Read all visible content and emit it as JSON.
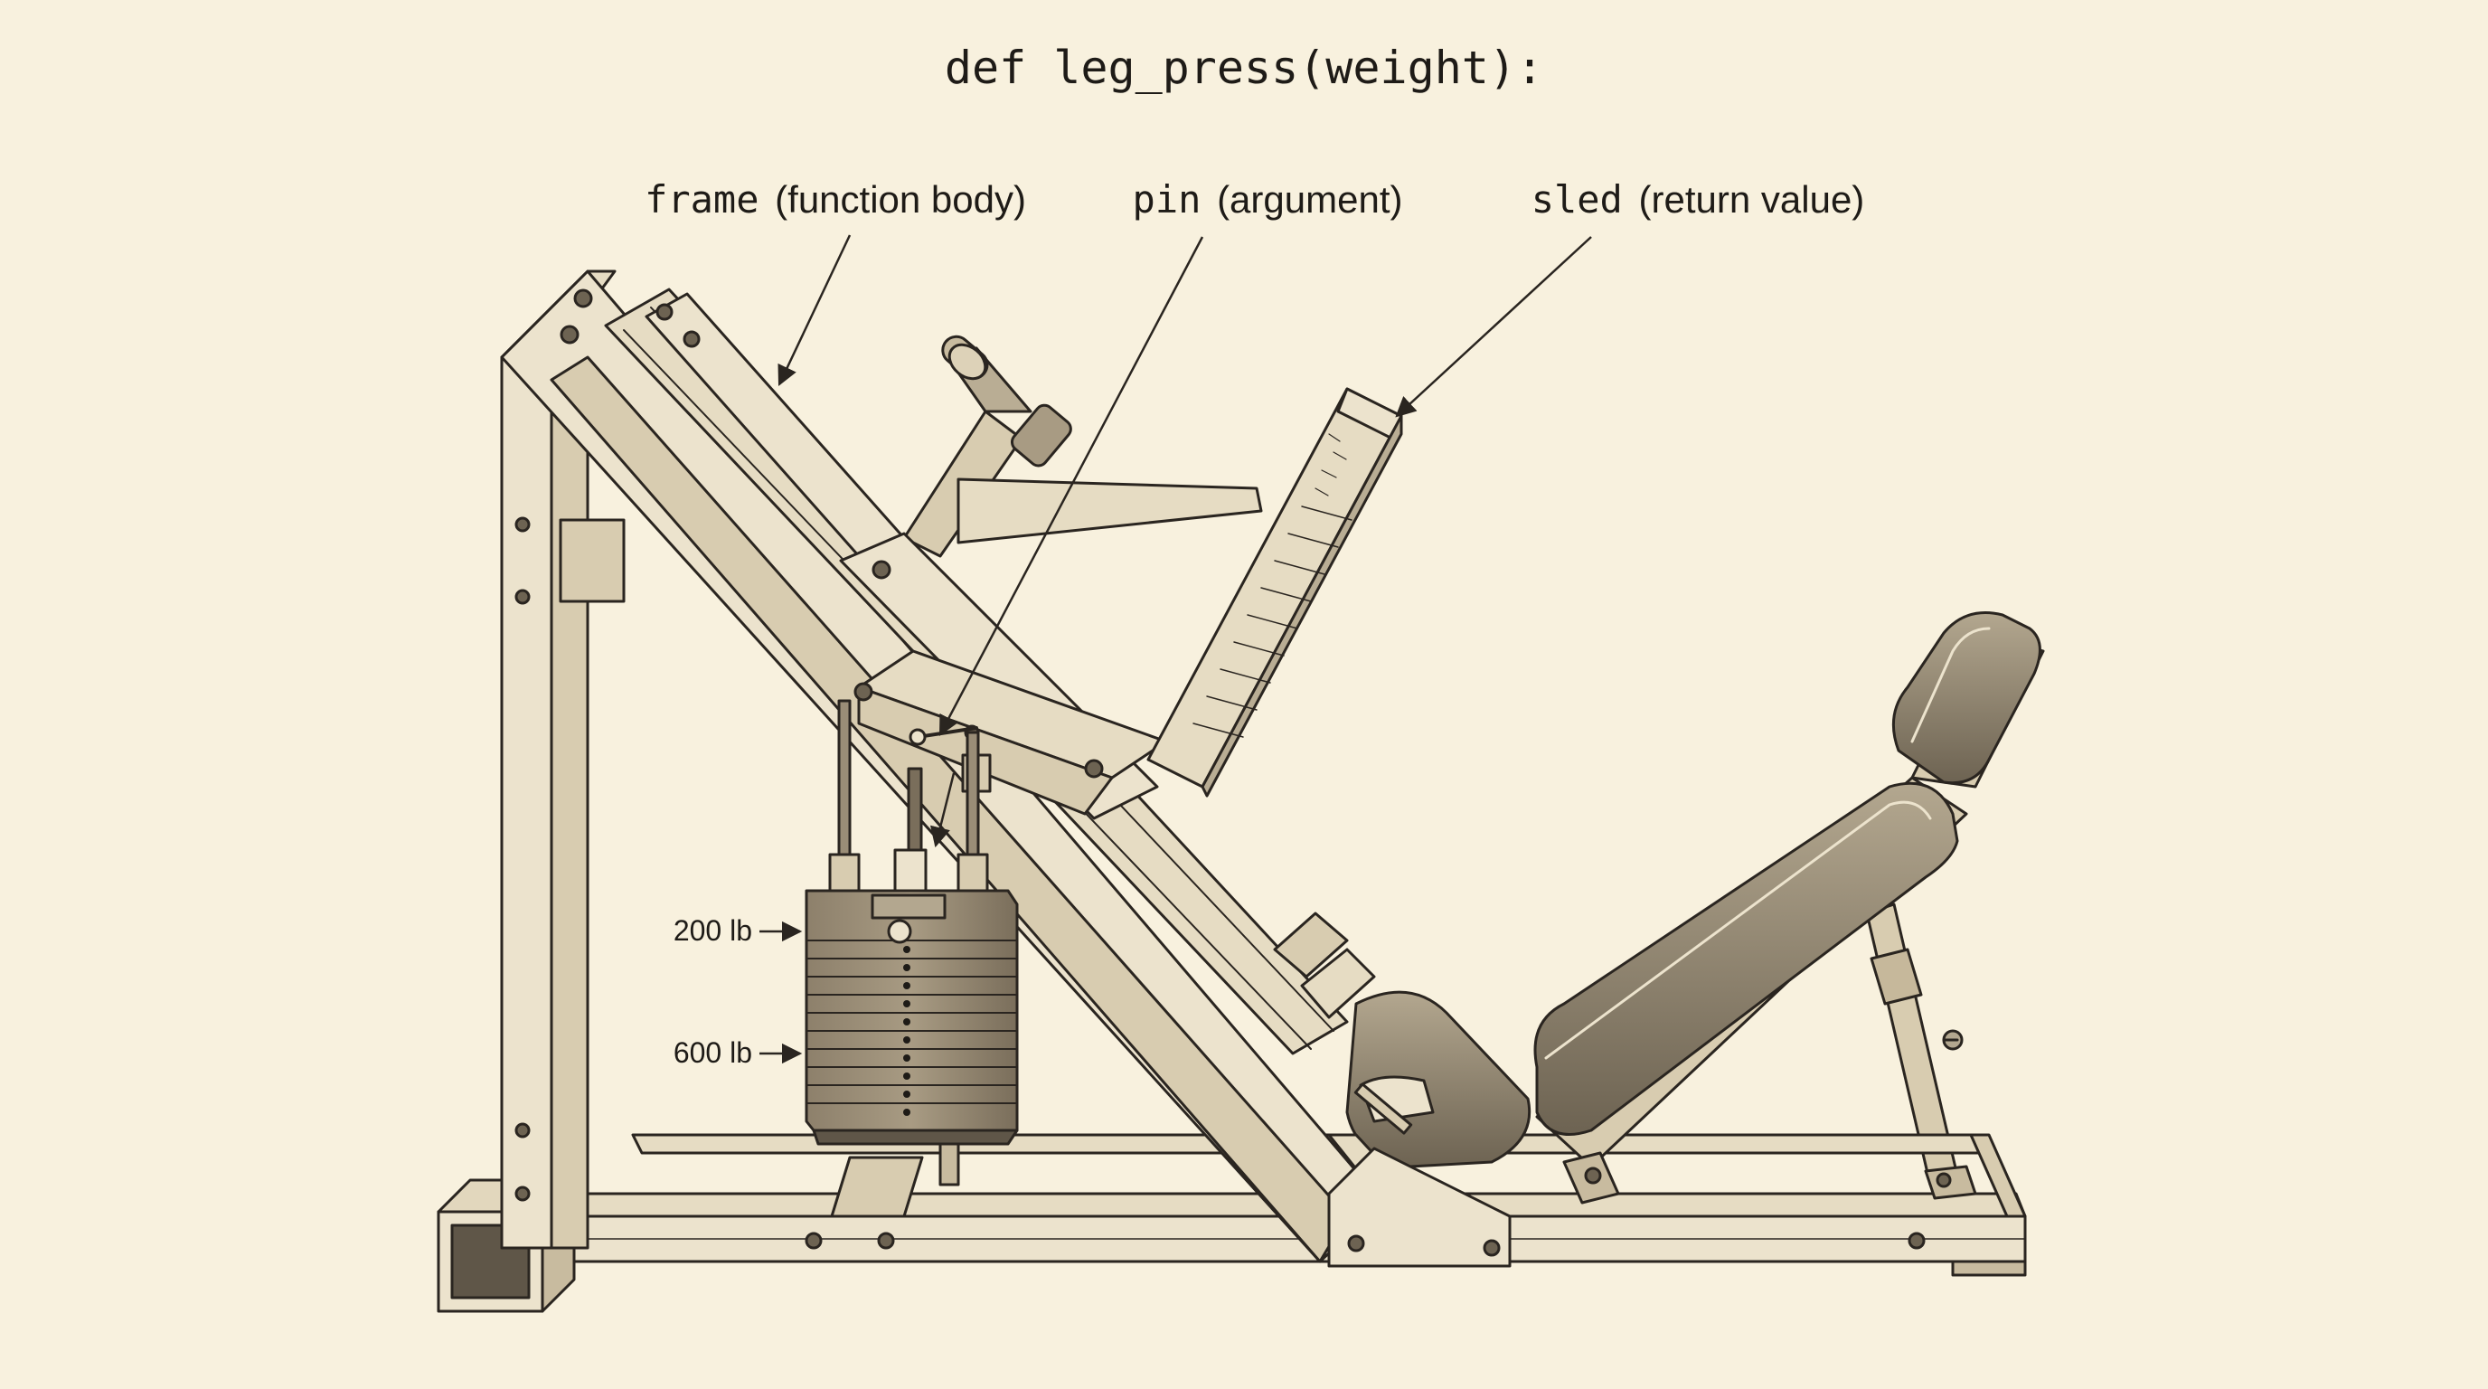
{
  "title": "def leg_press(weight):",
  "labels": {
    "frame": {
      "code": "frame",
      "note": "(function body)"
    },
    "pin": {
      "code": "pin",
      "note": "(argument)"
    },
    "sled": {
      "code": "sled",
      "note": "(return value)"
    }
  },
  "weights": {
    "top": "200 lb",
    "bottom": "600 lb"
  },
  "colors": {
    "background": "#f8f1de",
    "ink": "#2a2520",
    "metal_light": "#ece3cd",
    "metal_mid": "#d8ccb0",
    "metal_dark": "#9a8d77",
    "pad": "#8f8370",
    "pad_dark": "#5f5648"
  }
}
